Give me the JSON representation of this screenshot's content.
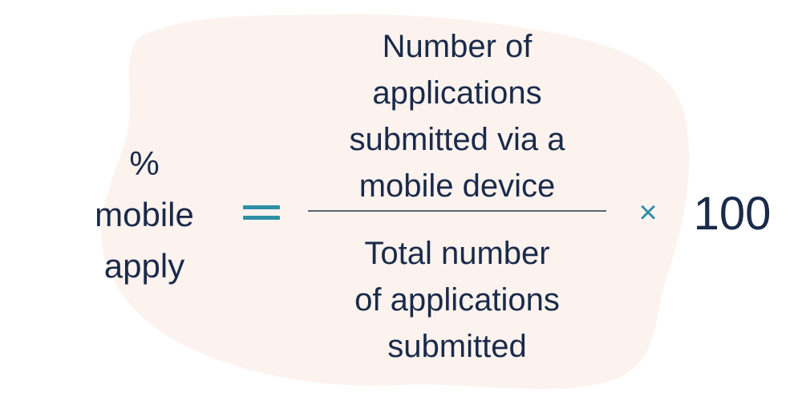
{
  "formula": {
    "lhs": [
      "%",
      "mobile",
      "apply"
    ],
    "numerator": [
      "Number of",
      "applications",
      "submitted via a",
      "mobile device"
    ],
    "denominator": [
      "Total number",
      "of applications",
      "submitted"
    ],
    "multiplier": "100",
    "operator_times": "×"
  },
  "colors": {
    "text": "#1a2a4a",
    "accent": "#2f8fa6",
    "blob": "#fcf3ef",
    "fraction_bar": "#5a6472"
  }
}
